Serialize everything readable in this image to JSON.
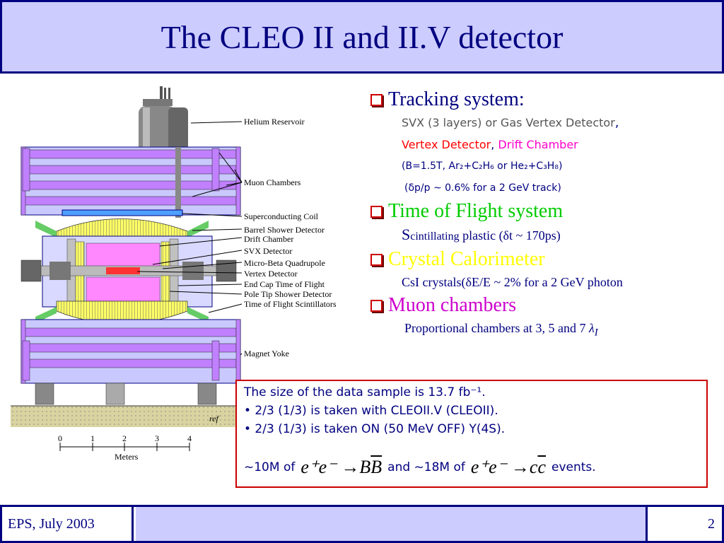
{
  "slide": {
    "title": "The CLEO II and II.V detector",
    "footer_left": "EPS, July 2003",
    "page_number": "2"
  },
  "diagram": {
    "labels": [
      "Helium Reservoir",
      "Muon Chambers",
      "Superconducting Coil",
      "Barrel Shower Detector",
      "Drift Chamber",
      "SVX Detector",
      "Micro-Beta Quadrupole",
      "Vertex Detector",
      "End Cap Time of Flight",
      "Pole Tip Shower Detector",
      "Time of Flight Scintillators",
      "Magnet Yoke"
    ],
    "scale_ticks": [
      "0",
      "1",
      "2",
      "3",
      "4"
    ],
    "scale_unit": "Meters",
    "credit": "ref"
  },
  "bullets": {
    "tracking": {
      "head_a": "Tracking",
      "head_b": " system:",
      "l1": "SVX (3 layers) or Gas Vertex Detector",
      "l1_comma": ",",
      "l2a": "Vertex Detector",
      "l2_comma": ", ",
      "l2b": "Drift Chamber",
      "l3": "(B=1.5T, Ar₂+C₂H₆  or He₂+C₃H₈)",
      "l4": "(δp/p ~ 0.6% for a 2 GeV track)"
    },
    "tof": {
      "head": "Time of Flight system",
      "l1a": "S",
      "l1b": "cintillating",
      "l1c": " plastic (δt ~ 170ps)"
    },
    "calorimeter": {
      "head": "Crystal Calorimeter",
      "l1": "CsI crystals(δE/E ~ 2% for a 2 GeV photon"
    },
    "muon": {
      "head": "Muon chambers",
      "l1": "Proportional chambers at 3, 5 and 7 ",
      "l1_sym": "λ",
      "l1_sub": "I"
    }
  },
  "databox": {
    "line1": "The size of the data sample  is 13.7 fb⁻¹.",
    "line2": "• 2/3 (1/3) is taken with CLEOII.V (CLEOII).",
    "line3": "• 2/3 (1/3) is taken ON (50 MeV OFF) Y(4S).",
    "eq_pre": "~10M of",
    "eq1_lhs": "e⁺e⁻",
    "eq1_arrow": "→",
    "eq1_b1": "B",
    "eq1_b2": "B",
    "eq_mid": "and ~18M of",
    "eq2_lhs": "e⁺e⁻",
    "eq2_arrow": "→",
    "eq2_c1": "c",
    "eq2_c2": "c",
    "eq_post": "events."
  }
}
